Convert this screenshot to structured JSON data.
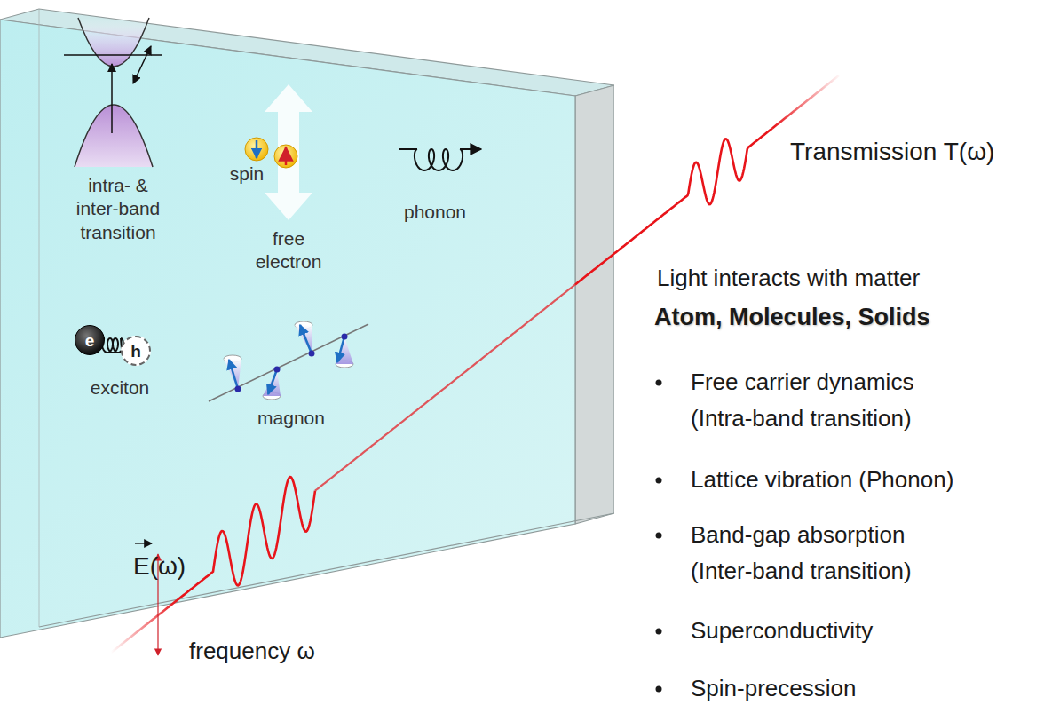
{
  "diagram": {
    "nodes": [
      {
        "text": [
          "intra- & inter-band transition",
          "spin",
          "free electron",
          "phonon",
          "exciton",
          "magnon"
        ]
      },
      {
        "text": [
          "e"
        ],
        "in": 0
      },
      {
        "text": [
          "h"
        ],
        "in": 0
      }
    ],
    "labels": [
      "Transmission T(ω)",
      "Light interacts with matter",
      "Atom, Molecules, Solids",
      "Free carrier dynamics (Intra-band transition)",
      "Lattice vibration (Phonon)",
      "Band-gap absorption (Inter-band transition)",
      "Superconductivity",
      "Spin-precession",
      "E(ω)",
      "frequency ω"
    ]
  }
}
